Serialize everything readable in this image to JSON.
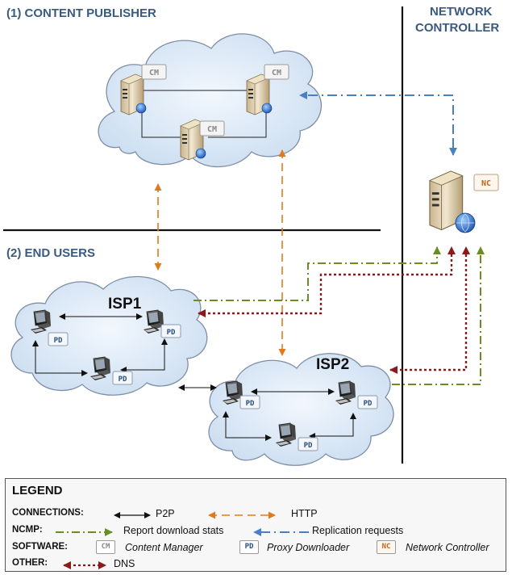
{
  "headers": {
    "content_publisher": "(1) CONTENT PUBLISHER",
    "end_users": "(2) END USERS",
    "network_controller_line1": "NETWORK",
    "network_controller_line2": "CONTROLLER"
  },
  "clouds": {
    "isp1": "ISP1",
    "isp2": "ISP2"
  },
  "badges": {
    "cm": "CM",
    "pd": "PD",
    "nc": "NC"
  },
  "legend": {
    "title": "LEGEND",
    "connections": {
      "key": "CONNECTIONS:",
      "p2p": "P2P",
      "http": "HTTP"
    },
    "ncmp": {
      "key": "NCMP:",
      "report": "Report download stats",
      "replication": "Replication requests"
    },
    "software": {
      "key": "SOFTWARE:",
      "cm_label": "Content Manager",
      "pd_label": "Proxy Downloader",
      "nc_label": "Network Controller"
    },
    "other": {
      "key": "OTHER:",
      "dns": "DNS"
    }
  },
  "colors": {
    "p2p": "#111111",
    "http": "#e07a1f",
    "report": "#6a8e23",
    "replication": "#4a7fc1",
    "dns": "#8b1a1a",
    "cloud_fill": "#dbe8f6",
    "cloud_stroke": "#7e8ea4",
    "header": "#3a5a80"
  }
}
